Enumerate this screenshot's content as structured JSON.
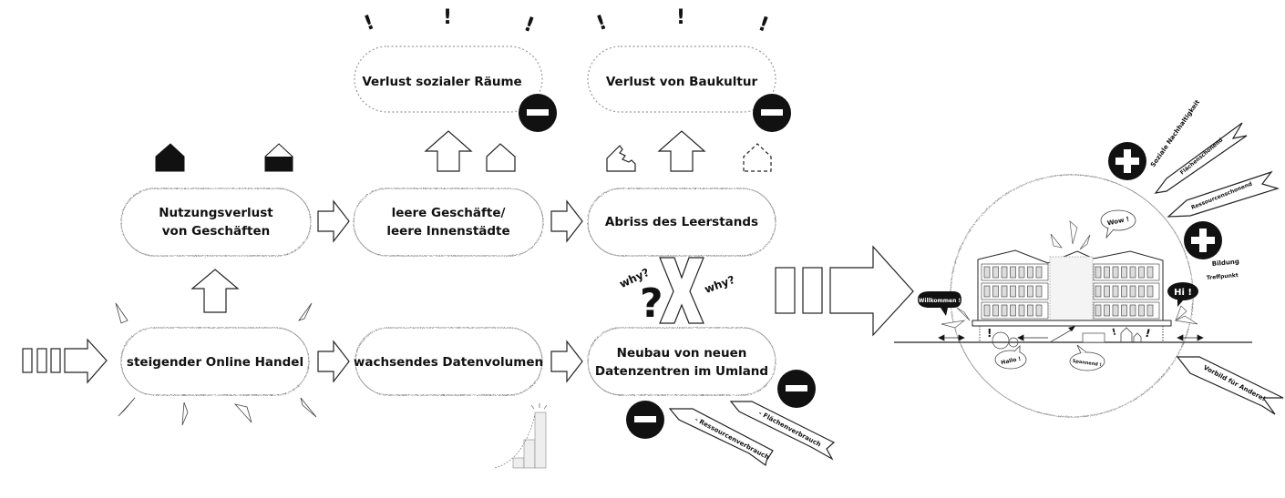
{
  "diagram": {
    "nodes": {
      "online_handel": "steigender Online Handel",
      "nutzungsverlust_line1": "Nutzungsverlust",
      "nutzungsverlust_line2": "von Geschäften",
      "leere_line1": "leere Geschäfte/",
      "leere_line2": "leere Innenstädte",
      "abriss": "Abriss des Leerstands",
      "datenvolumen": "wachsendes Datenvolumen",
      "neubau_line1": "Neubau von neuen",
      "neubau_line2": "Datenzentren im Umland",
      "verlust_sozial": "Verlust sozialer Räume",
      "verlust_baukultur": "Verlust von Baukultur"
    },
    "question": {
      "why_left": "why?",
      "why_right": "why?",
      "question_mark": "?",
      "cross": "X"
    },
    "negatives": {
      "ressourcen": "- Ressourcenverbrauch",
      "flaechen": "- Flächenverbrauch"
    },
    "positives": {
      "soziale": "Soziale Nachhaltigkeit",
      "flaechenschonend": "Flächenschonend",
      "ressourcenschonend": "Ressourcenschonend",
      "bildung": "Bildung",
      "treffpunkt": "Treffpunkt",
      "vorbild": "Vorbild für Andere!"
    },
    "speech_bubbles": {
      "willkommen": "Willkommen !",
      "wow": "Wow !",
      "hi": "Hi !",
      "hallo": "Hallo !",
      "spannend": "Spannend !"
    },
    "exclamation": "!",
    "colors": {
      "ink": "#111111",
      "outline": "#222222",
      "cloud": "#999999",
      "background": "#ffffff"
    }
  }
}
